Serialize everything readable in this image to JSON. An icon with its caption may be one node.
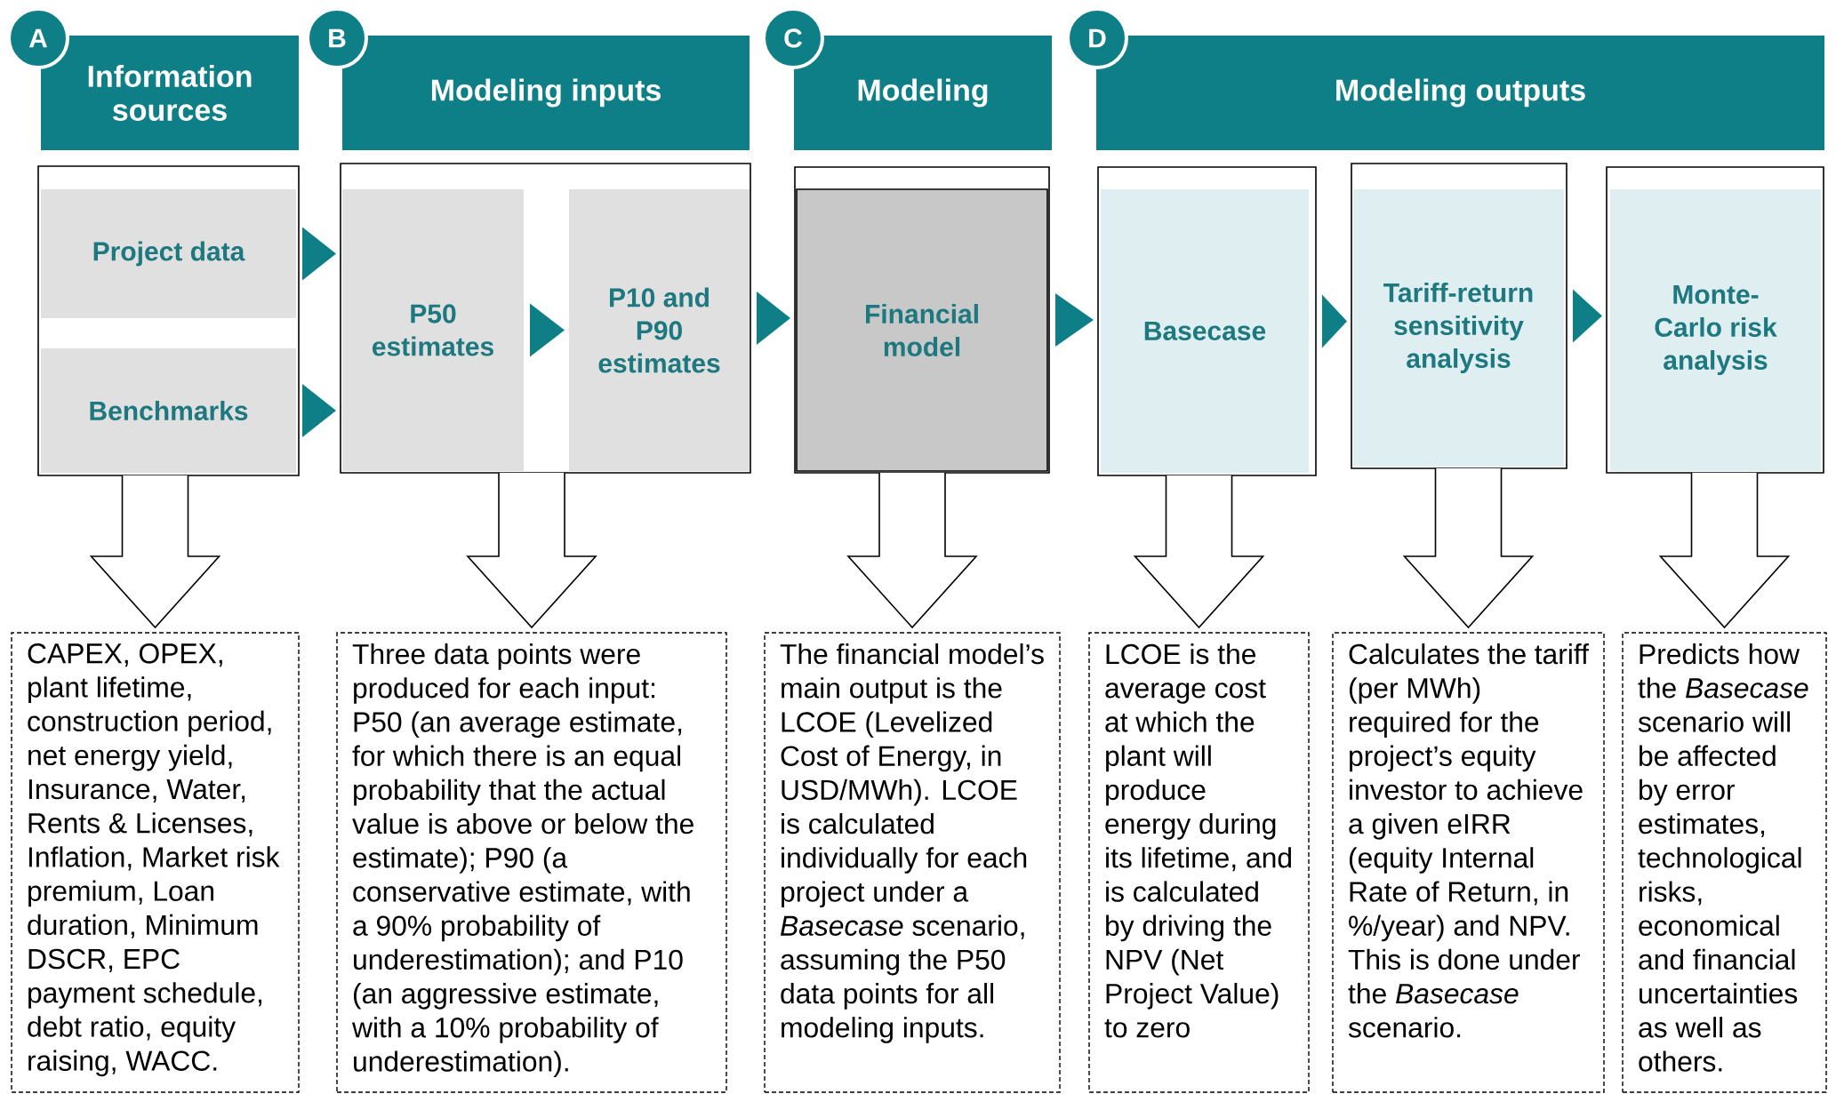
{
  "diagram": {
    "nodes": [
      {
        "text": [
          "A"
        ]
      },
      {
        "text": [
          "Information sources"
        ]
      },
      {
        "text": [
          "B"
        ]
      },
      {
        "text": [
          "Modeling inputs"
        ]
      },
      {
        "text": [
          "C"
        ]
      },
      {
        "text": [
          "Modeling"
        ]
      },
      {
        "text": [
          "D"
        ]
      },
      {
        "text": [
          "Modeling outputs"
        ]
      },
      {
        "text": [],
        "shape": "box"
      },
      {
        "text": [
          "Project data"
        ],
        "in": 8
      },
      {
        "text": [
          "Benchmarks"
        ],
        "in": 8
      },
      {
        "text": [],
        "shape": "box"
      },
      {
        "text": [
          "P50 estimates"
        ],
        "in": 11
      },
      {
        "text": [
          "P10 and P90 estimates"
        ],
        "in": 11
      },
      {
        "text": [],
        "shape": "box"
      },
      {
        "text": [
          "Financial model"
        ],
        "in": 14
      },
      {
        "text": [],
        "shape": "box"
      },
      {
        "text": [
          "Basecase"
        ],
        "in": 16
      },
      {
        "text": [],
        "shape": "box"
      },
      {
        "text": [
          "Tariff-return sensitivity analysis"
        ],
        "in": 18
      },
      {
        "text": [],
        "shape": "box"
      },
      {
        "text": [
          "Monte-Carlo risk analysis"
        ],
        "in": 20
      },
      {
        "text": [
          "CAPEX, OPEX, plant lifetime, construction period, net energy yield, Insurance, Water, Rents & Licenses, Inflation, Market risk premium, Loan duration, Minimum DSCR, EPC payment schedule, debt ratio, equity raising, WACC."
        ]
      },
      {
        "text": [
          "Three data points were produced for each input: P50 (an average estimate, for which there is an equal probability that the actual value is above or below the estimate); P90 (a conservative estimate, with a 90% probability of underestimation); and P10 (an aggressive estimate, with a 10% probability of underestimation)."
        ]
      },
      {
        "text": [
          "The financial model’s main output is the LCOE (Levelized Cost of Energy, in USD/MWh). LCOE is calculated individually for each project under a *Basecase* scenario, assuming the P50 data points for all modeling inputs."
        ]
      },
      {
        "text": [
          "LCOE is the average cost at which the plant will produce energy during its lifetime, and is calculated by driving the NPV (Net Project Value) to zero"
        ]
      },
      {
        "text": [
          "Calculates the tariff (per MWh) required for the project’s equity investor to achieve a given eIRR (equity Internal Rate of Return, in %/year) and NPV. This is done under the *Basecase* scenario."
        ]
      },
      {
        "text": [
          "Predicts how the *Basecase* scenario will be affected by error estimates, technological risks, economical and financial uncertainties as well as others."
        ]
      }
    ],
    "edges": [
      {
        "from": 9,
        "to": 11,
        "arrow": "to"
      },
      {
        "from": 10,
        "to": 11,
        "arrow": "to"
      },
      {
        "from": 12,
        "to": 13,
        "arrow": "to"
      },
      {
        "from": 11,
        "to": 14,
        "arrow": "to"
      },
      {
        "from": 14,
        "to": 16,
        "arrow": "to"
      },
      {
        "from": 16,
        "to": 18,
        "arrow": "to"
      },
      {
        "from": 18,
        "to": 20,
        "arrow": "to"
      },
      {
        "from": 8,
        "to": 22,
        "arrow": "to",
        "style": "thick"
      },
      {
        "from": 11,
        "to": 23,
        "arrow": "to",
        "style": "thick"
      },
      {
        "from": 14,
        "to": 24,
        "arrow": "to",
        "style": "thick"
      },
      {
        "from": 16,
        "to": 25,
        "arrow": "to",
        "style": "thick"
      },
      {
        "from": 18,
        "to": 26,
        "arrow": "to",
        "style": "thick"
      },
      {
        "from": 20,
        "to": 27,
        "arrow": "to",
        "style": "thick"
      }
    ]
  }
}
